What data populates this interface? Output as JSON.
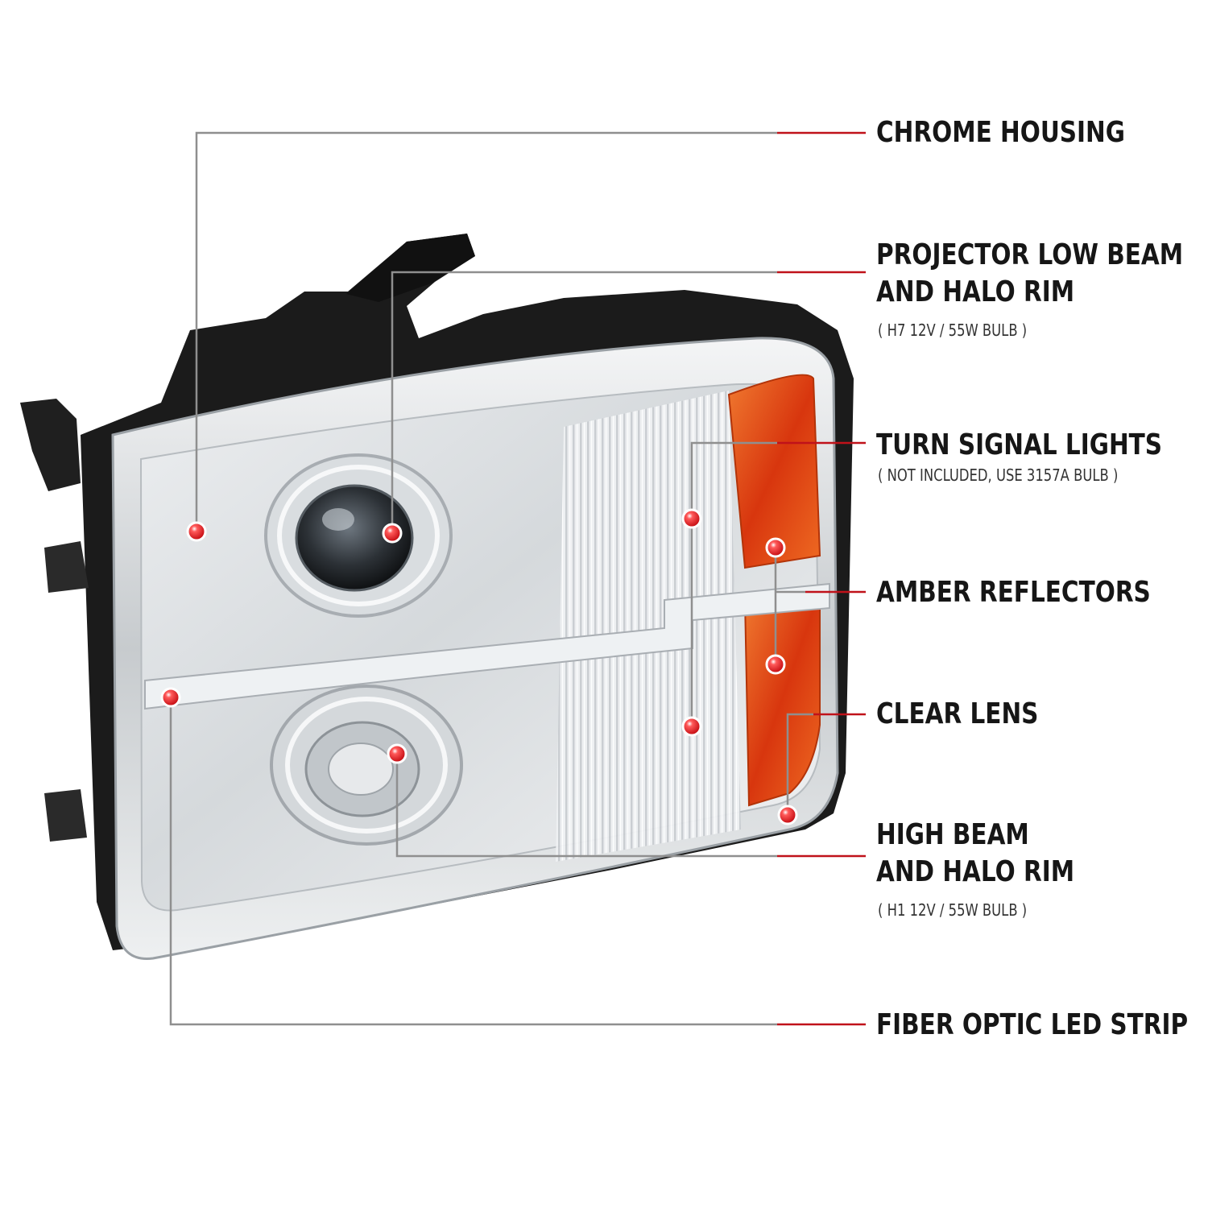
{
  "colors": {
    "accent_red": "#c0121a",
    "callout_grey": "#8f8f8f",
    "amber": "#e04a10",
    "chrome": "#cfd3d6",
    "housing_black": "#1b1b1b"
  },
  "callouts": [
    {
      "id": "chrome-housing",
      "title": "CHROME HOUSING",
      "sub": ""
    },
    {
      "id": "projector-low-beam",
      "title": "PROJECTOR LOW BEAM",
      "title2": "AND HALO RIM",
      "sub": "( H7  12V / 55W  BULB )"
    },
    {
      "id": "turn-signal-lights",
      "title": "TURN SIGNAL LIGHTS",
      "sub": "( NOT INCLUDED, USE  3157A  BULB )"
    },
    {
      "id": "amber-reflectors",
      "title": "AMBER REFLECTORS",
      "sub": ""
    },
    {
      "id": "clear-lens",
      "title": "CLEAR LENS",
      "sub": ""
    },
    {
      "id": "high-beam",
      "title": "HIGH BEAM",
      "title2": "AND HALO RIM",
      "sub": "( H1  12V / 55W  BULB )"
    },
    {
      "id": "fiber-optic-led-strip",
      "title": "FIBER OPTIC LED STRIP",
      "sub": ""
    }
  ]
}
